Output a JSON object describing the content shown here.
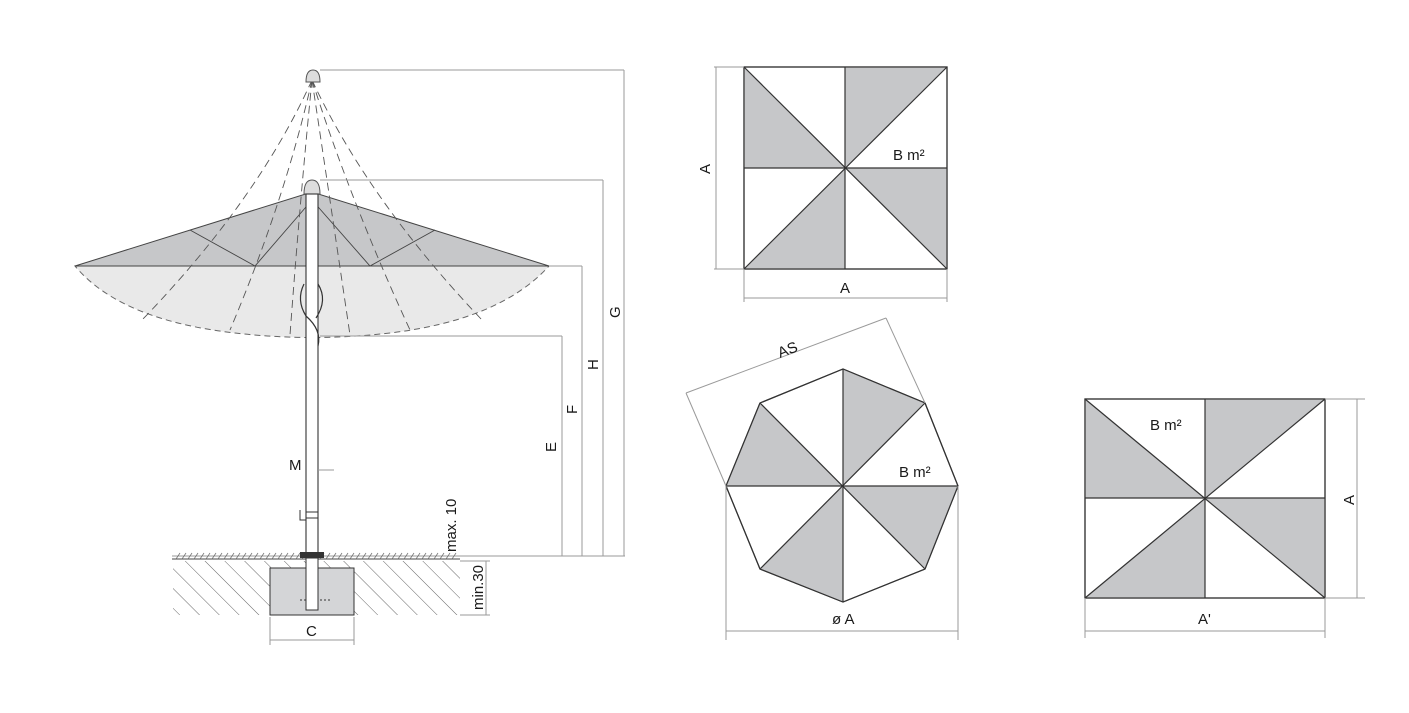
{
  "labels": {
    "side_view": {
      "E": "E",
      "F": "F",
      "H": "H",
      "G": "G",
      "M": "M",
      "C": "C",
      "max10": "max. 10",
      "min30": "min.30"
    },
    "square_view": {
      "side_left": "A",
      "side_bottom": "A",
      "area": "B m²"
    },
    "octagon_view": {
      "across_sides": "AS",
      "diameter": "ø A",
      "area": "B m²"
    },
    "rectangle_view": {
      "side_right": "A",
      "side_bottom": "A'",
      "area": "B m²"
    }
  },
  "colors": {
    "panel_grey": "#c6c7c9",
    "canopy_light": "#e8e8e8",
    "line": "#333333",
    "dimension_line": "#9a9a9a"
  }
}
